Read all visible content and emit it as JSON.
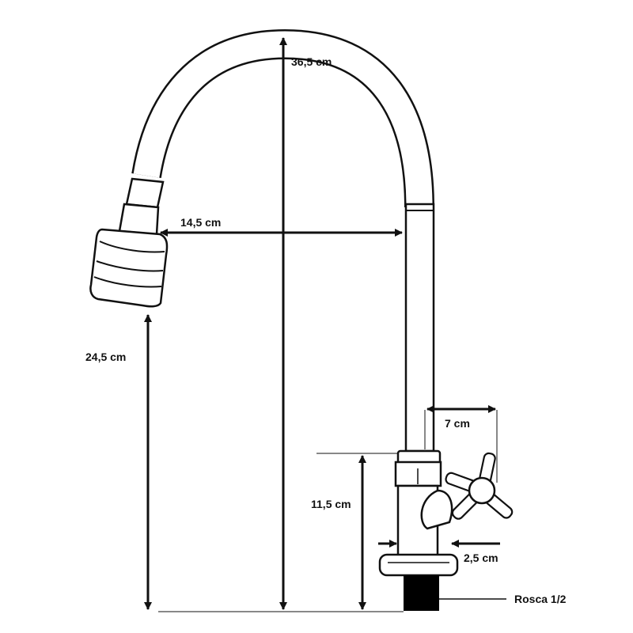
{
  "dimensions": {
    "height_total": "36,5 cm",
    "reach": "14,5 cm",
    "spout_height": "24,5 cm",
    "handle_span": "7 cm",
    "body_height": "11,5 cm",
    "body_diameter": "2,5 cm"
  },
  "thread_label": "Rosca 1/2",
  "colors": {
    "line": "#111111",
    "fill": "#ffffff",
    "thread": "#000000"
  }
}
